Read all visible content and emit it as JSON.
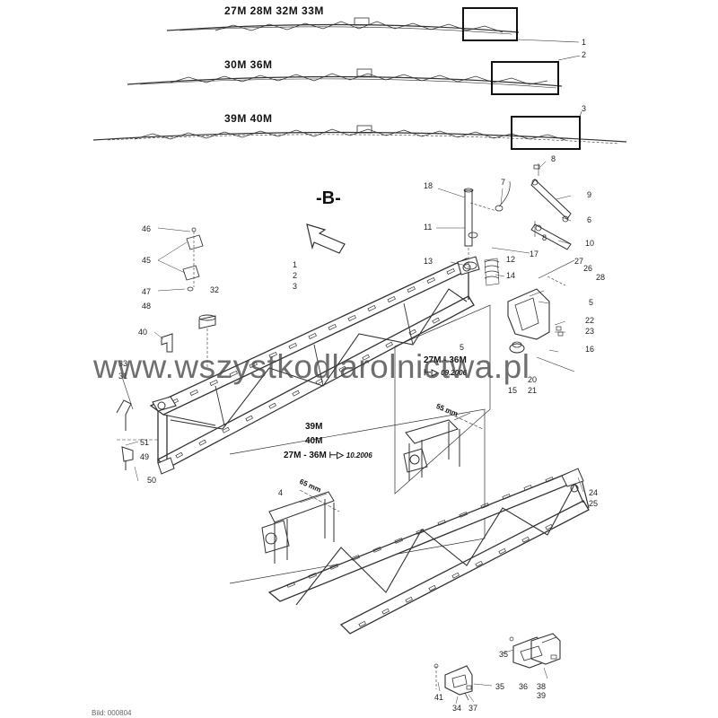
{
  "booms": [
    {
      "label": "27M   28M   32M   33M",
      "callout": "1"
    },
    {
      "label": "30M   36M",
      "callout": "2"
    },
    {
      "label": "39M   40M",
      "callout": "3"
    }
  ],
  "view_label": "-B-",
  "variant_notes": {
    "upper": {
      "line1": "27M - 36M",
      "line2": "09.2006"
    },
    "lower": {
      "line1": "39M",
      "line2": "40M",
      "line3": "27M - 36M",
      "line4": "10.2006"
    }
  },
  "dimensions": {
    "upper": "55 mm",
    "lower": "65 mm"
  },
  "callouts": [
    {
      "text": "8"
    },
    {
      "text": "18"
    },
    {
      "text": "7"
    },
    {
      "text": "9"
    },
    {
      "text": "6"
    },
    {
      "text": "11"
    },
    {
      "text": "10"
    },
    {
      "text": "8"
    },
    {
      "text": "17"
    },
    {
      "text": "12"
    },
    {
      "text": "13"
    },
    {
      "text": "14"
    },
    {
      "text": "27"
    },
    {
      "text": "26"
    },
    {
      "text": "28"
    },
    {
      "text": "5"
    },
    {
      "text": "22"
    },
    {
      "text": "23"
    },
    {
      "text": "16"
    },
    {
      "text": "46"
    },
    {
      "text": "45"
    },
    {
      "text": "47"
    },
    {
      "text": "48"
    },
    {
      "text": "32"
    },
    {
      "text": "1"
    },
    {
      "text": "2"
    },
    {
      "text": "3"
    },
    {
      "text": "40"
    },
    {
      "text": "33"
    },
    {
      "text": "31"
    },
    {
      "text": "51"
    },
    {
      "text": "49"
    },
    {
      "text": "50"
    },
    {
      "text": "4"
    },
    {
      "text": "5"
    },
    {
      "text": "20"
    },
    {
      "text": "21"
    },
    {
      "text": "15"
    },
    {
      "text": "24"
    },
    {
      "text": "25"
    },
    {
      "text": "35"
    },
    {
      "text": "36"
    },
    {
      "text": "38"
    },
    {
      "text": "39"
    },
    {
      "text": "41"
    },
    {
      "text": "34"
    },
    {
      "text": "37"
    },
    {
      "text": "35"
    }
  ],
  "watermark": "www.wszystkodlarolnictwa.pl",
  "footer": "Bild: 000804"
}
